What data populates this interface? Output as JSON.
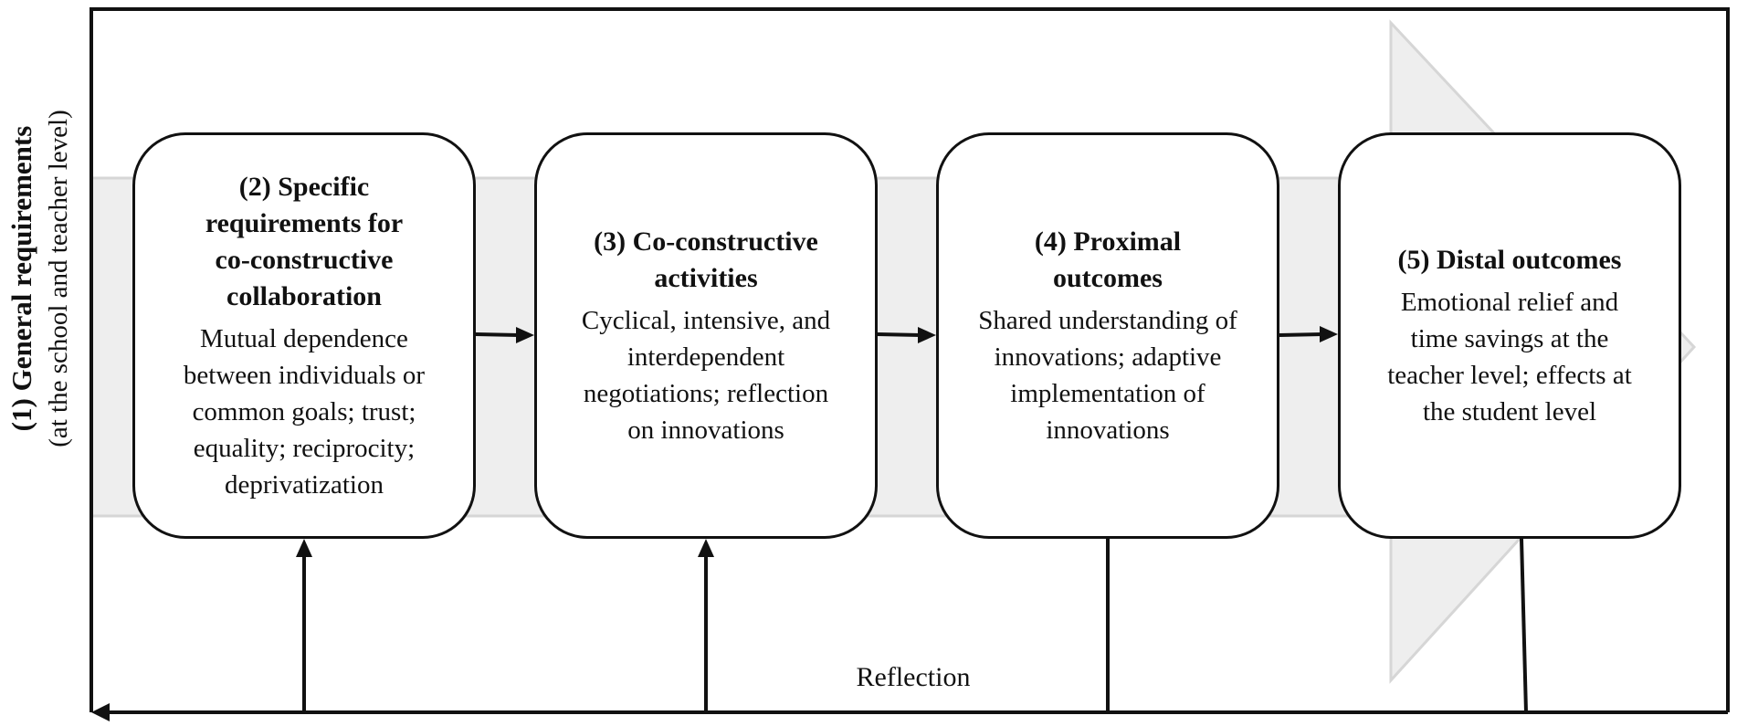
{
  "side_label": {
    "title": "(1) General requirements",
    "subtitle": "(at the school and teacher level)"
  },
  "boxes": [
    {
      "title": "(2) Specific requirements for co-constructive collaboration",
      "body": "Mutual dependence between individuals or common goals; trust; equality; reciprocity; deprivatization"
    },
    {
      "title": "(3) Co-constructive activities",
      "body": "Cyclical, intensive, and interdependent negotiations; reflection on innovations"
    },
    {
      "title": "(4) Proximal outcomes",
      "body": "Shared understanding of innovations; adaptive implementation of innovations"
    },
    {
      "title": "(5) Distal outcomes",
      "body": "Emotional relief and time savings at the teacher level; effects at the student level"
    }
  ],
  "feedback": {
    "label": "Reflection"
  },
  "colors": {
    "background_arrow": "#eeeeee",
    "background_arrow_stroke": "#d6d6d6",
    "line": "#111111"
  }
}
